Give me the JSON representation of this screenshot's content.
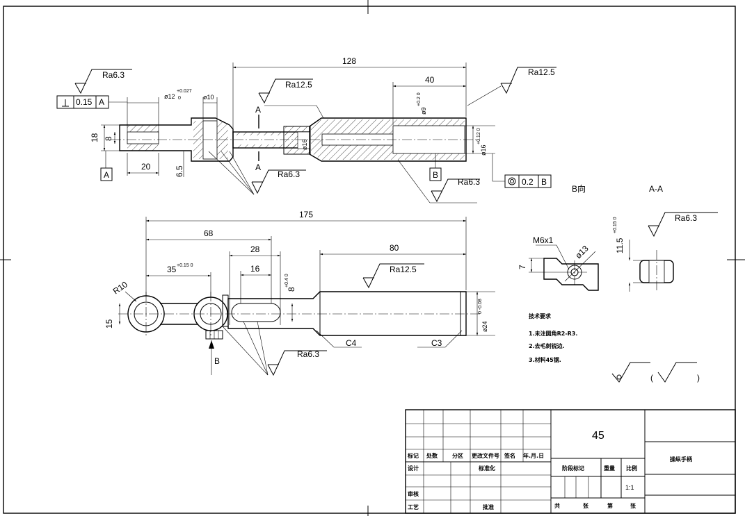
{
  "dims": {
    "top_128": "128",
    "top_40": "40",
    "top_phi12": "ø12",
    "top_phi12_tol_up": "+0.027",
    "top_phi12_tol_lo": "0",
    "top_phi10": "ø10",
    "top_18": "18",
    "top_8": "8",
    "top_20": "20",
    "top_6_5": "6.5",
    "top_phi16": "ø16",
    "top_phi9": "ø9",
    "top_phi9_tol": "+0.2 0",
    "top_phi16_r": "ø16",
    "top_phi16_r_tol": "+0.12 0",
    "bot_175": "175",
    "bot_68": "68",
    "bot_28": "28",
    "bot_16": "16",
    "bot_80": "80",
    "bot_35": "35",
    "bot_35_tol": "+0.15 0",
    "bot_8": "8",
    "bot_8_tol": "+0.4 0",
    "bot_R10": "R10",
    "bot_15": "15",
    "bot_phi24": "ø24",
    "bot_phi24_tol": "0 -0.08",
    "bot_C4": "C4",
    "bot_C3": "C3",
    "b_M6": "M6x1",
    "b_phi13": "ø13",
    "b_7": "7",
    "aa_11_5": "11.5",
    "aa_11_5_tol": "+0.15 0"
  },
  "roughness": {
    "r1": "Ra6.3",
    "r2": "Ra12.5",
    "r3": "Ra12.5",
    "r4": "Ra6.3",
    "r5": "Ra6.3",
    "r6": "Ra12.5",
    "r7": "Ra6.3",
    "r8": "Ra6.3"
  },
  "tolerance_frames": {
    "perp_value": "0.15",
    "perp_datum": "A",
    "conc_value": "0.2",
    "conc_datum": "B",
    "datum_A": "A",
    "datum_B": "B"
  },
  "labels": {
    "section_A_top": "A",
    "section_A_bot": "A",
    "view_B": "B向",
    "section_AA": "A-A",
    "arrow_B": "B"
  },
  "notes": {
    "title": "技术要求",
    "n1": "1.未注圆角R2-R3.",
    "n2": "2.去毛刺锐边.",
    "n3": "3.材料45钢."
  },
  "title_block": {
    "material": "45",
    "part_name": "操纵手柄",
    "scale": "1:1",
    "h_mark": "标记",
    "h_count": "处数",
    "h_zone": "分区",
    "h_change": "更改文件号",
    "h_sign": "签名",
    "h_date": "年.月.日",
    "h_design": "设计",
    "h_std": "标准化",
    "h_stage": "阶段标记",
    "h_weight": "重量",
    "h_scale": "比例",
    "h_review": "审核",
    "h_process": "工艺",
    "h_approve": "批准",
    "h_total": "共",
    "h_sheet": "张",
    "h_no": "第",
    "h_sheet2": "张"
  }
}
